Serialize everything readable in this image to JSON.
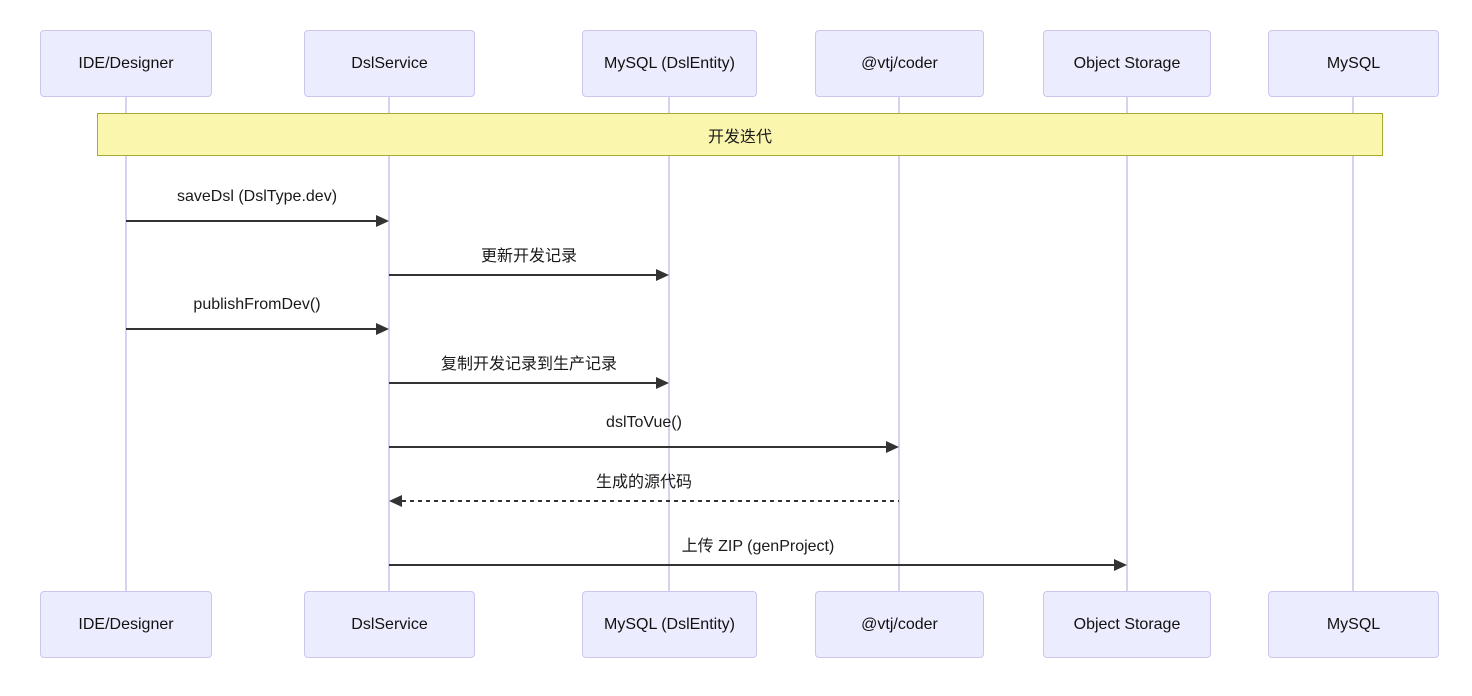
{
  "diagram": {
    "type": "sequence",
    "banner": {
      "label": "开发迭代"
    },
    "actors": [
      {
        "label": "IDE/Designer"
      },
      {
        "label": "DslService"
      },
      {
        "label": "MySQL (DslEntity)"
      },
      {
        "label": "@vtj/coder"
      },
      {
        "label": "Object Storage"
      },
      {
        "label": "MySQL"
      }
    ],
    "messages": [
      {
        "from": "IDE/Designer",
        "to": "DslService",
        "label": "saveDsl (DslType.dev)",
        "style": "solid",
        "direction": "right"
      },
      {
        "from": "DslService",
        "to": "MySQL (DslEntity)",
        "label": "更新开发记录",
        "style": "solid",
        "direction": "right"
      },
      {
        "from": "IDE/Designer",
        "to": "DslService",
        "label": "publishFromDev()",
        "style": "solid",
        "direction": "right"
      },
      {
        "from": "DslService",
        "to": "MySQL (DslEntity)",
        "label": "复制开发记录到生产记录",
        "style": "solid",
        "direction": "right"
      },
      {
        "from": "DslService",
        "to": "@vtj/coder",
        "label": "dslToVue()",
        "style": "solid",
        "direction": "right"
      },
      {
        "from": "@vtj/coder",
        "to": "DslService",
        "label": "生成的源代码",
        "style": "dashed",
        "direction": "left"
      },
      {
        "from": "DslService",
        "to": "Object Storage",
        "label": "上传 ZIP (genProject)",
        "style": "solid",
        "direction": "right"
      }
    ],
    "colors": {
      "actor_fill": "#ECECFF",
      "actor_border": "#CCC6EC",
      "lifeline": "#D5D2F0",
      "banner_fill": "#FBF6AE",
      "banner_border": "#AAAA33",
      "message_line": "#333333",
      "text": "#1a1a1a",
      "background": "#FFFFFF"
    }
  }
}
